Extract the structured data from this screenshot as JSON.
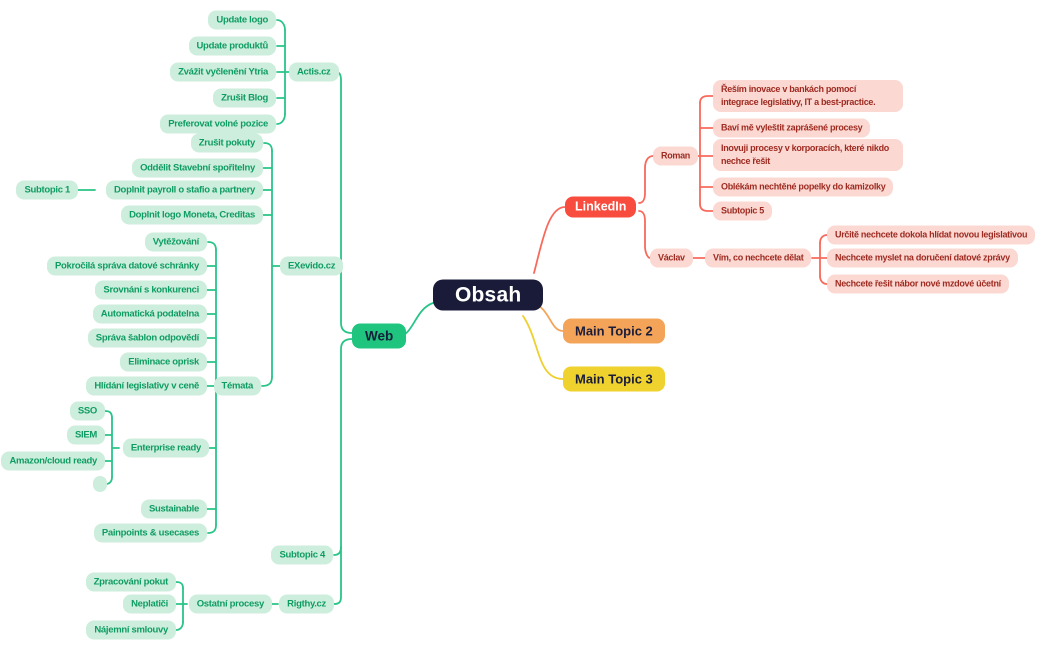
{
  "colors": {
    "green_line": "#29c488",
    "mint_bg": "#cdeedd",
    "mint_text": "#0f9c62",
    "web_bg": "#1fc57e",
    "root_bg": "#191b39",
    "red": "#f84c3e",
    "red_line": "#f8695c",
    "pink_bg": "#fbd8d2",
    "pink_text": "#9e2b21",
    "orange": "#f4a458",
    "yellow": "#efd22e",
    "navy_text": "#1b1d3a"
  },
  "root": {
    "label": "Obsah"
  },
  "web": {
    "label": "Web",
    "actis": {
      "label": "Actis.cz",
      "children": [
        "Update logo",
        "Update produktů",
        "Zvážit vyčlenění Ytria",
        "Zrušit Blog",
        "Preferovat volné pozice"
      ]
    },
    "exevido": {
      "label": "EXevido.cz",
      "children": [
        "Zrušit pokuty",
        "Oddělit Stavební spořitelny",
        "Doplnit payroll o stafio a partnery",
        "Doplnit logo Moneta, Creditas"
      ]
    },
    "subtopic1": {
      "label": "Subtopic 1"
    },
    "temata": {
      "label": "Témata",
      "children": [
        "Vytěžování",
        "Pokročilá správa datové schránky",
        "Srovnání s konkurenci",
        "Automatická podatelna",
        "Správa šablon odpovědí",
        "Eliminace oprisk",
        "Hlídání legislativy v ceně"
      ],
      "enterprise": {
        "label": "Enterprise ready",
        "children": [
          "SSO",
          "SIEM",
          "Amazon/cloud ready",
          ""
        ]
      },
      "sustainable": "Sustainable",
      "painpoints": "Painpoints & usecases"
    },
    "subtopic4": {
      "label": "Subtopic 4"
    },
    "rigthy": {
      "label": "Rigthy.cz",
      "ostatni": {
        "label": "Ostatní procesy",
        "children": [
          "Zpracování pokut",
          "Neplatiči",
          "Nájemní smlouvy"
        ]
      }
    }
  },
  "linkedin": {
    "label": "LinkedIn",
    "roman": {
      "label": "Roman",
      "children": [
        "Řeším inovace v bankách pomocí integrace legislativy, IT a best-practice.",
        "Baví mě vyleštit zaprášené procesy",
        "Inovuji procesy v korporacích, které nikdo nechce řešit",
        "Oblékám nechtěné popelky do kamizolky",
        "Subtopic 5"
      ]
    },
    "vaclav": {
      "label": "Václav",
      "vim": {
        "label": "Vím, co nechcete dělat",
        "children": [
          "Určitě nechcete dokola hlídat novou legislativou",
          "Nechcete myslet na doručení datové zprávy",
          "Nechcete řešit nábor nové mzdové účetní"
        ]
      }
    }
  },
  "main_topic_2": {
    "label": "Main Topic 2"
  },
  "main_topic_3": {
    "label": "Main Topic 3"
  }
}
